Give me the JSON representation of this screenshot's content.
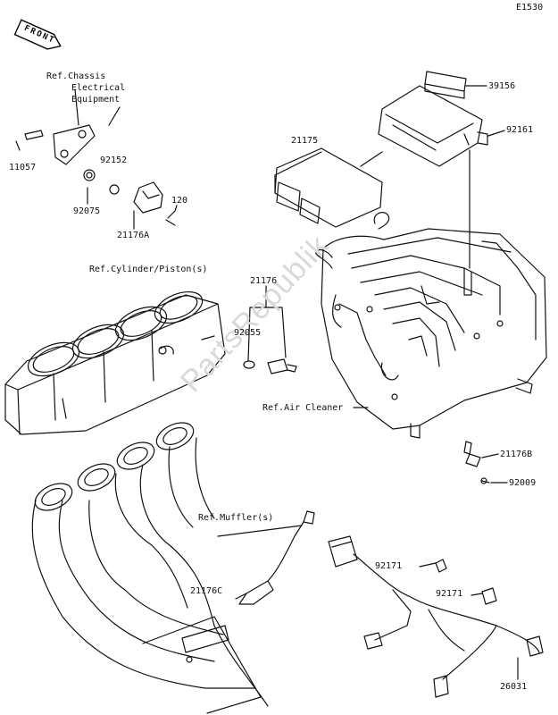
{
  "page_code": "E1530",
  "front_arrow": "FRONT",
  "watermark": "PartsRepublik",
  "labels": {
    "ref_chassis": [
      "Ref.Chassis",
      "Electrical",
      "Equipment"
    ],
    "ref_cylinder": "Ref.Cylinder/Piston(s)",
    "ref_air_cleaner": "Ref.Air Cleaner",
    "ref_muffler": "Ref.Muffler(s)"
  },
  "part_numbers": {
    "p39156": "39156",
    "p92161": "92161",
    "p21175": "21175",
    "p11057": "11057",
    "p92152": "92152",
    "p92075": "92075",
    "p120": "120",
    "p21176A": "21176A",
    "p21176": "21176",
    "p92055": "92055",
    "p21176B": "21176B",
    "p92009": "92009",
    "p92171a": "92171",
    "p92171b": "92171",
    "p21176C": "21176C",
    "p26031": "26031"
  }
}
